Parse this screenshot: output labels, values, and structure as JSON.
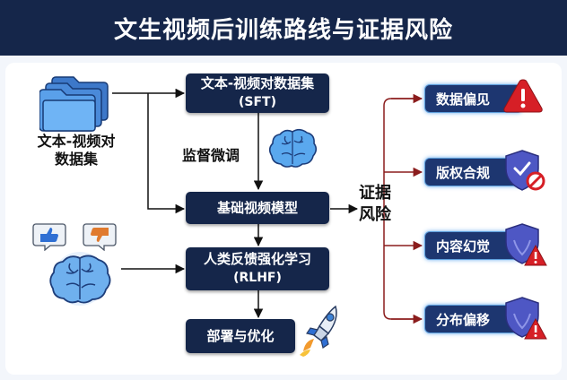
{
  "header": {
    "title": "文生视频后训练路线与证据风险"
  },
  "inputs": {
    "dataset_label_line1": "文本-视频对",
    "dataset_label_line2": "数据集"
  },
  "flow": {
    "sft_line1": "文本-视频对数据集",
    "sft_line2": "(SFT)",
    "supervised_label": "监督微调",
    "base_model": "基础视频模型",
    "rlhf_line1": "人类反馈强化学习",
    "rlhf_line2": "(RLHF)",
    "deploy": "部署与优化"
  },
  "risk_section": {
    "label_line1": "证据",
    "label_line2": "风险",
    "items": [
      {
        "label": "数据偏见"
      },
      {
        "label": "版权合规"
      },
      {
        "label": "内容幻觉"
      },
      {
        "label": "分布偏移"
      }
    ]
  },
  "icons": [
    "folder-stack-icon",
    "brain-icon",
    "thumbs-up-icon",
    "thumbs-down-icon",
    "rocket-icon",
    "warning-icon",
    "shield-prohibited-icon",
    "shield-warning-icon"
  ],
  "colors": {
    "navy": "#15264a",
    "risk_box": "#1d3670",
    "connector_red": "#8b1d1d",
    "warning_red": "#d61f26",
    "shield_purple": "#4e57c4"
  }
}
